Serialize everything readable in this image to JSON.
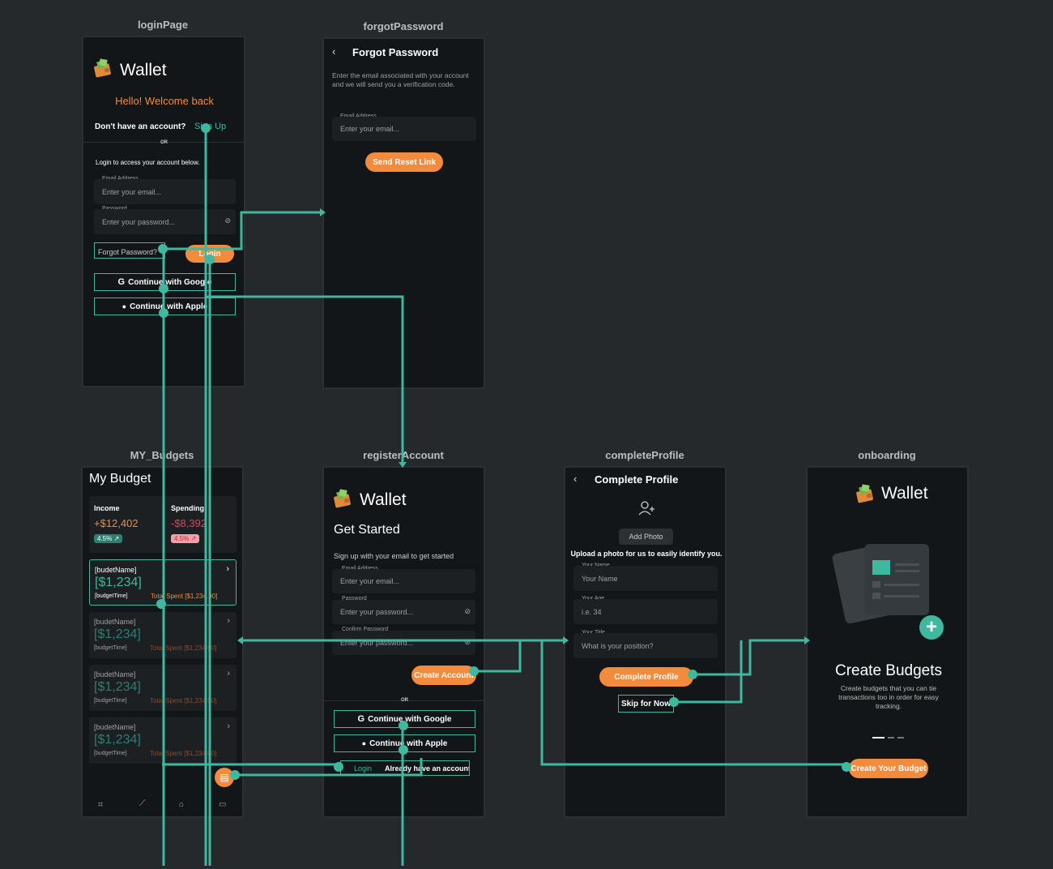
{
  "colors": {
    "accent_orange": "#f28b3c",
    "teal": "#3fb8a0",
    "canvas": "#25292c",
    "screen": "#131618",
    "field": "#1c2023",
    "danger": "#d9455f"
  },
  "frames": {
    "login": "loginPage",
    "forgot": "forgotPassword",
    "budgets": "MY_Budgets",
    "register": "registerAccount",
    "complete": "completeProfile",
    "onboarding": "onboarding"
  },
  "brand": {
    "name": "Wallet",
    "logo_icon": "wallet-icon"
  },
  "login": {
    "welcome": "Hello! Welcome back",
    "no_account": "Don't have an account?",
    "sign_up": "Sign Up",
    "or": "OR",
    "instructions": "Login to access your account below.",
    "email_label": "Email Address",
    "email_placeholder": "Enter your email...",
    "password_label": "Password",
    "password_placeholder": "Enter your password...",
    "forgot_link": "Forgot Password?",
    "login_button": "Login",
    "google_button": "Continue with Google",
    "apple_button": "Continue with Apple"
  },
  "forgot": {
    "title": "Forgot Password",
    "body": "Enter the email associated with your account and we will send you a verification code.",
    "email_label": "Email Address",
    "email_placeholder": "Enter your email...",
    "send_button": "Send Reset Link"
  },
  "budgets": {
    "title": "My Budget",
    "income_label": "Income",
    "income_value": "+$12,402",
    "income_change": "4.5%",
    "spending_label": "Spending",
    "spending_value": "-$8,392",
    "spending_change": "4.5%",
    "cards": [
      {
        "name": "[budetName]",
        "amount": "[$1,234]",
        "time": "[budgetTime]",
        "spent": "Total Spent [$1,234.00]"
      },
      {
        "name": "[budetName]",
        "amount": "[$1,234]",
        "time": "[budgetTime]",
        "spent": "Total Spent [$1,234.00]"
      },
      {
        "name": "[budetName]",
        "amount": "[$1,234]",
        "time": "[budgetTime]",
        "spent": "Total Spent [$1,234.00]"
      },
      {
        "name": "[budetName]",
        "amount": "[$1,234]",
        "time": "[budgetTime]",
        "spent": "Total Spent [$1,234.00]"
      }
    ],
    "nav_icons": [
      "scan-icon",
      "chart-icon",
      "home-icon",
      "card-icon"
    ]
  },
  "register": {
    "title": "Get Started",
    "subtitle": "Sign up with your email to get started",
    "email_label": "Email Address",
    "email_placeholder": "Enter your email...",
    "password_label": "Password",
    "password_placeholder": "Enter your password...",
    "confirm_label": "Confirm Password",
    "confirm_placeholder": "Enter your password...",
    "create_button": "Create Account",
    "or": "OR",
    "google_button": "Continue with Google",
    "apple_button": "Continue with Apple",
    "already": "Already have an account?",
    "login_link": "Login"
  },
  "complete": {
    "title": "Complete Profile",
    "add_photo": "Add Photo",
    "upload_text": "Upload a photo for us to easily identify you.",
    "name_label": "Your Name",
    "name_placeholder": "Your Name",
    "age_label": "Your Age",
    "age_placeholder": "i.e. 34",
    "title_label": "Your Title",
    "title_placeholder": "What is your position?",
    "complete_button": "Complete Profile",
    "skip_button": "Skip for Now"
  },
  "onboarding": {
    "heading": "Create Budgets",
    "body": "Create budgets that you can tie transactions too in order for easy tracking.",
    "button": "Create Your Budget"
  }
}
